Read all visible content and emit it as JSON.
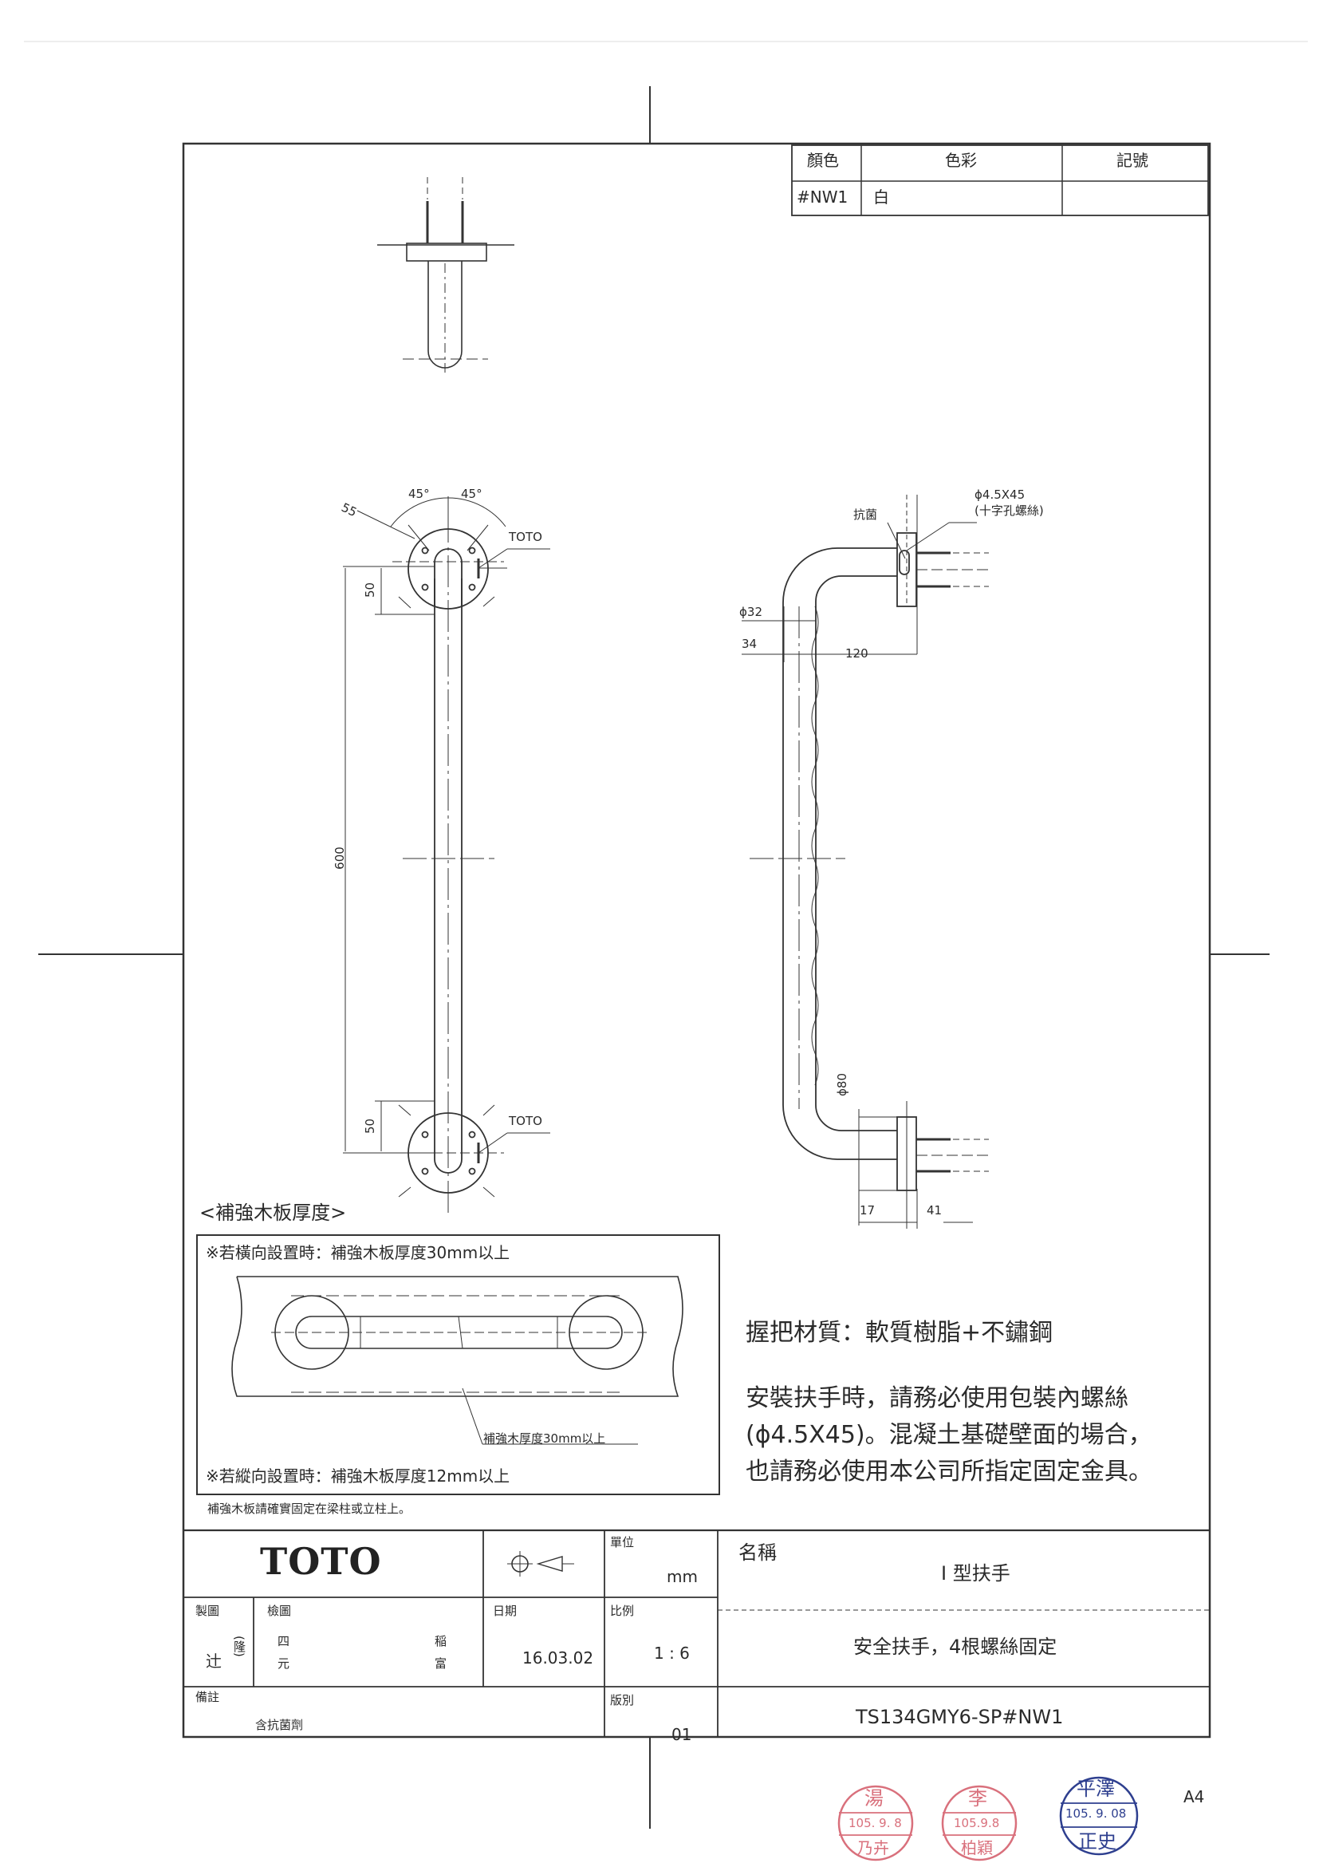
{
  "color_table": {
    "headers": [
      "顏色",
      "色彩",
      "記號"
    ],
    "row": [
      "#NW1",
      "白",
      ""
    ]
  },
  "dimensions": {
    "angle_a": "45°",
    "angle_b": "45°",
    "d55": "55",
    "d50_top": "50",
    "d600": "600",
    "d50_bottom": "50",
    "phi32": "ϕ32",
    "d34": "34",
    "d120": "120",
    "phi80": "ϕ80",
    "d17": "17",
    "d41": "41",
    "screw": "ϕ4.5X45",
    "screw_note": "(十字孔螺絲)",
    "antibac": "抗菌",
    "brand_mark_top": "TOTO",
    "brand_mark_bottom": "TOTO"
  },
  "reinforce": {
    "title": "<補強木板厚度>",
    "horizontal": "※若橫向設置時：補強木板厚度30mm以上",
    "thickness_label": "補強木厚度30mm以上",
    "vertical": "※若縱向設置時：補強木板厚度12mm以上",
    "footnote": "補強木板請確實固定在梁柱或立柱上。"
  },
  "notes": {
    "material": "握把材質：軟質樹脂+不鏽鋼",
    "line1": "安裝扶手時，請務必使用包裝內螺絲",
    "line2": "(ϕ4.5X45)。混凝土基礎壁面的場合，",
    "line3": "也請務必使用本公司所指定固定金具。"
  },
  "title_block": {
    "logo": "TOTO",
    "unit_label": "單位",
    "unit": "mm",
    "name_label": "名稱",
    "name": "I 型扶手",
    "drawn_label": "製圖",
    "check_label": "檢圖",
    "drawer_a": "辻",
    "drawer_b": "(隆)",
    "checker_a1": "四",
    "checker_a2": "元",
    "checker_b1": "稲",
    "checker_b2": "富",
    "date_label": "日期",
    "date": "16.03.02",
    "scale_label": "比例",
    "scale": "1 : 6",
    "description": "安全扶手，4根螺絲固定",
    "remarks_label": "備註",
    "remarks": "含抗菌劑",
    "rev_label": "版別",
    "rev": "01",
    "model": "TS134GMY6-SP#NW1"
  },
  "sheet_size": "A4",
  "stamps": {
    "s1_name": "湯",
    "s1_date": "105. 9. 8",
    "s1_sub": "乃卉",
    "s2_name": "李",
    "s2_date": "105.9.8",
    "s2_sub": "柏穎",
    "s3_name": "平澤",
    "s3_date": "105. 9. 08",
    "s3_sub": "正史"
  }
}
